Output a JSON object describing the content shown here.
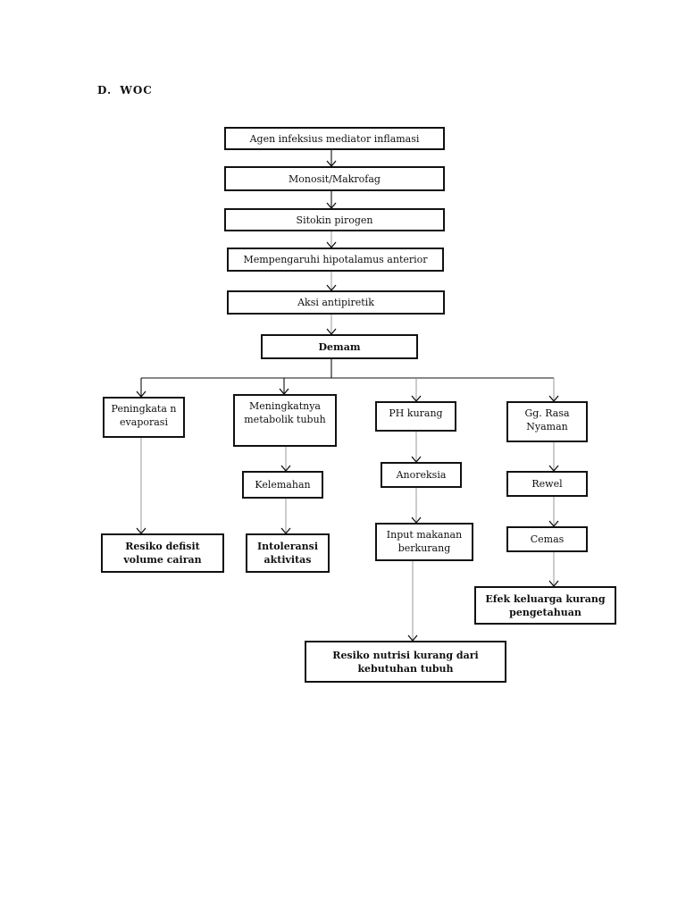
{
  "section": {
    "label": "D.",
    "title": "WOC"
  },
  "nodes": {
    "agen": "Agen infeksius mediator inflamasi",
    "monosit": "Monosit/Makrofag",
    "sitokin": "Sitokin pirogen",
    "hipotalamus": "Mempengaruhi hipotalamus anterior",
    "aksi": "Aksi antipiretik",
    "demam": "Demam",
    "peningkatan": "Peningkata n evaporasi",
    "resiko_cairan": "Resiko defisit volume cairan",
    "metabolik": "Meningkatnya metabolik tubuh",
    "kelemahan": "Kelemahan",
    "intoleransi": "Intoleransi aktivitas",
    "ph": "PH kurang",
    "anoreksia": "Anoreksia",
    "input": "Input makanan berkurang",
    "resiko_nutrisi": "Resiko nutrisi kurang dari kebutuhan tubuh",
    "rasa_nyaman": "Gg. Rasa Nyaman",
    "rewel": "Rewel",
    "cemas": "Cemas",
    "efek_keluarga": "Efek keluarga kurang pengetahuan"
  }
}
